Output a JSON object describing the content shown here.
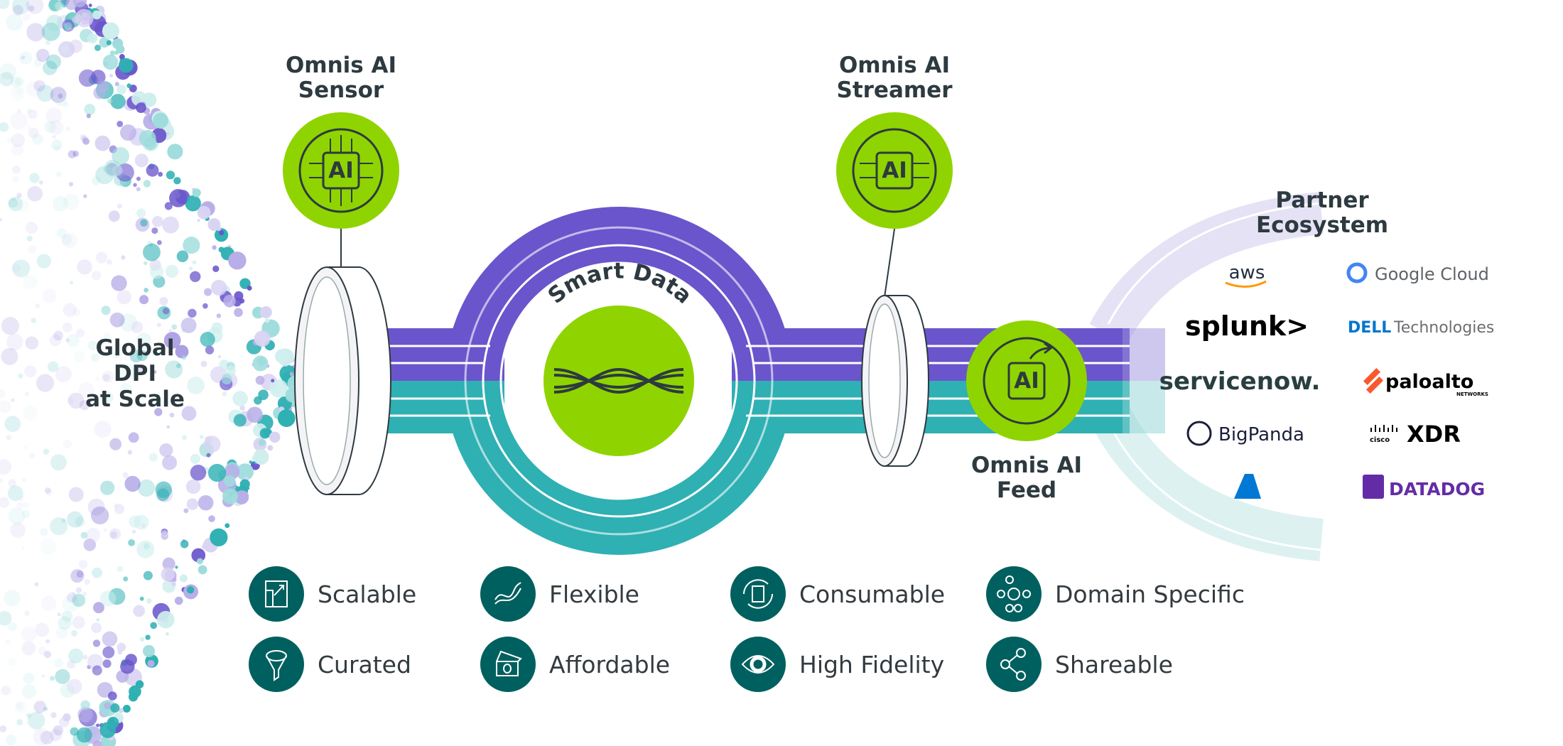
{
  "labels": {
    "left": [
      "Global",
      "DPI",
      "at Scale"
    ],
    "sensor": [
      "Omnis AI",
      "Sensor"
    ],
    "streamer": [
      "Omnis AI",
      "Streamer"
    ],
    "feed": [
      "Omnis AI",
      "Feed"
    ],
    "smart_data": "Smart Data",
    "partner": [
      "Partner",
      "Ecosystem"
    ],
    "chip_text": "AI"
  },
  "partners": [
    {
      "name": "aws",
      "color": "#232f3e"
    },
    {
      "name": "Google Cloud",
      "color": "#5f6368"
    },
    {
      "name": "splunk>",
      "color": "#000000"
    },
    {
      "name": "DELL",
      "sub": "Technologies",
      "color": "#0076ce"
    },
    {
      "name": "servicenow.",
      "color": "#293e40"
    },
    {
      "name": "paloalto",
      "sub": "NETWORKS",
      "color": "#000000"
    },
    {
      "name": "BigPanda",
      "color": "#1b1f3b"
    },
    {
      "name": "cisco",
      "sub": "XDR",
      "color": "#000000"
    },
    {
      "name": "azure",
      "color": "#0078d4"
    },
    {
      "name": "DATADOG",
      "color": "#632ca6"
    }
  ],
  "features": [
    {
      "label": "Scalable",
      "icon": "scale-icon"
    },
    {
      "label": "Flexible",
      "icon": "flex-icon"
    },
    {
      "label": "Consumable",
      "icon": "document-cycle-icon"
    },
    {
      "label": "Domain Specific",
      "icon": "network-icon"
    },
    {
      "label": "Curated",
      "icon": "funnel-icon"
    },
    {
      "label": "Affordable",
      "icon": "money-icon"
    },
    {
      "label": "High Fidelity",
      "icon": "eye-icon"
    },
    {
      "label": "Shareable",
      "icon": "share-icon"
    }
  ],
  "colors": {
    "green": "#8fd400",
    "purple": "#6a55cc",
    "teal": "#2fb0b3",
    "dark_teal": "#00605f",
    "text": "#2d3a40"
  }
}
